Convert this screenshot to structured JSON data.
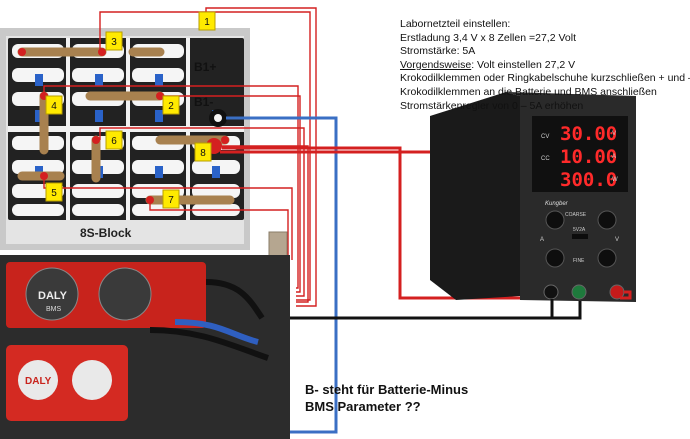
{
  "battery_pack": {
    "label": "8S-Block",
    "terminal_plus": "B1+",
    "terminal_minus": "B1-",
    "markers": [
      "1",
      "2",
      "3",
      "4",
      "5",
      "6",
      "7",
      "8"
    ]
  },
  "power_supply": {
    "brand": "Kungber",
    "voltage_display": "30.00",
    "current_display": "10.00",
    "power_display": "300.0",
    "unit_v": "V",
    "unit_a": "A",
    "unit_w": "W",
    "tag_cv": "CV",
    "tag_cc": "CC",
    "knob_coarse": "COARSE",
    "knob_fine": "FINE",
    "label_a": "A",
    "label_v": "V",
    "usb": "5V2A"
  },
  "bms": {
    "brand": "DALY",
    "sub": "BMS"
  },
  "instructions": {
    "title": "Labornetzteil einstellen:",
    "line1": "Erstladung 3,4 V x 8 Zellen =27,2 Volt",
    "line2": "Stromstärke: 5A",
    "line3_u": "Vorgendsweise",
    "line3_rest": ": Volt einstellen 27,2 V",
    "line4": "Krokodilklemmen oder Ringkabelschuhe kurzschließen + und –",
    "line5": "Krokodilklemmen an die Batterie und BMS  anschließen",
    "line6": "Stromstärkenregler von 0 – 5A erhöhen"
  },
  "caption": {
    "line1": "B- steht für Batterie-Minus",
    "line2": "BMS Parameter ??"
  },
  "colors": {
    "red_wire": "#d42020",
    "blue_wire": "#3a6fc4",
    "black_wire": "#111111",
    "display_red": "#ff2a2a",
    "marker_yellow": "#ffea00"
  }
}
